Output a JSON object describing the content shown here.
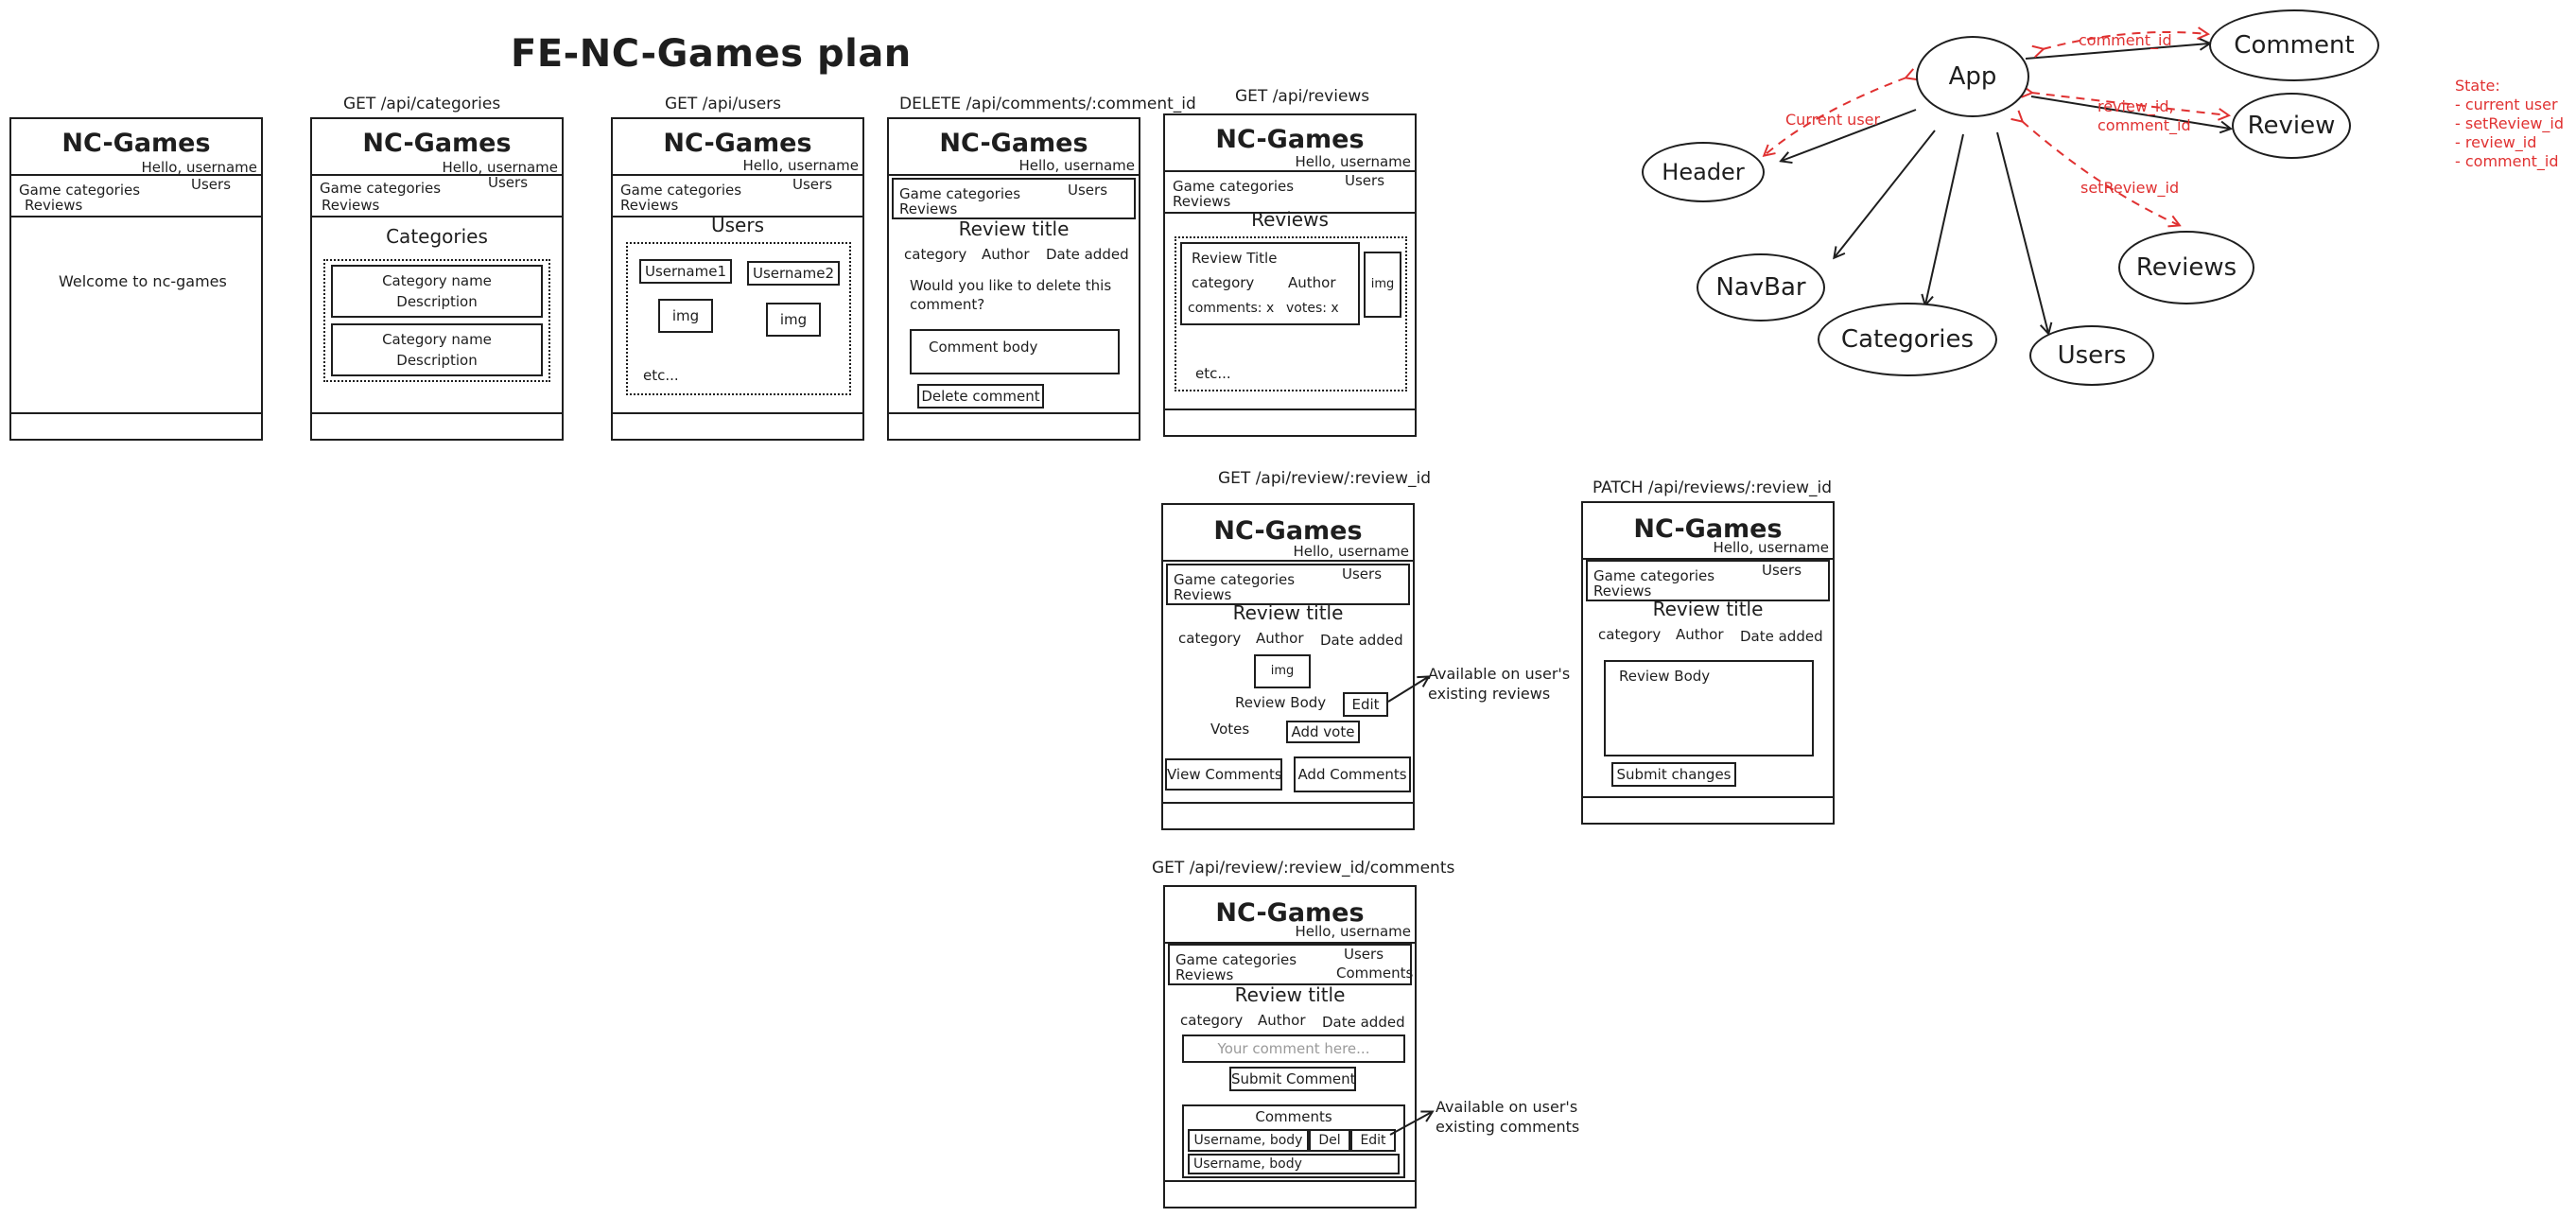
{
  "title": "FE-NC-Games plan",
  "wire": {
    "brand": "NC-Games",
    "hello": "Hello, username",
    "nav_categories": "Game categories",
    "nav_users": "Users",
    "nav_reviews": "Reviews",
    "nav_comments": "Comments"
  },
  "home": {
    "welcome": "Welcome to nc-games"
  },
  "categories": {
    "api": "GET /api/categories",
    "heading": "Categories",
    "card_name": "Category name",
    "card_desc": "Description"
  },
  "users": {
    "api": "GET /api/users",
    "heading": "Users",
    "user1": "Username1",
    "user2": "Username2",
    "img": "img",
    "etc": "etc..."
  },
  "delete": {
    "api": "DELETE /api/comments/:comment_id",
    "review_title": "Review title",
    "category": "category",
    "author": "Author",
    "date": "Date added",
    "question": "Would you like to delete this comment?",
    "comment_body": "Comment body",
    "delete_btn": "Delete comment"
  },
  "reviews": {
    "api": "GET /api/reviews",
    "heading": "Reviews",
    "card_title": "Review Title",
    "category": "category",
    "author": "Author",
    "comments": "comments: x",
    "votes": "votes: x",
    "img": "img",
    "etc": "etc..."
  },
  "review": {
    "api": "GET /api/review/:review_id",
    "title": "Review title",
    "category": "category",
    "author": "Author",
    "date": "Date added",
    "img": "img",
    "body": "Review Body",
    "edit": "Edit",
    "votes": "Votes",
    "add_vote": "Add vote",
    "view_comments": "View Comments",
    "add_comments": "Add Comments",
    "note": "Available on user's existing reviews"
  },
  "patch": {
    "api": "PATCH /api/reviews/:review_id",
    "title": "Review title",
    "category": "category",
    "author": "Author",
    "date": "Date added",
    "body": "Review Body",
    "submit": "Submit changes"
  },
  "comments": {
    "api": "GET /api/review/:review_id/comments",
    "title": "Review title",
    "category": "category",
    "author": "Author",
    "date": "Date added",
    "placeholder": "Your comment here...",
    "submit": "Submit Comment",
    "heading": "Comments",
    "row1": "Username, body",
    "del": "Del",
    "edit": "Edit",
    "row2": "Username, body",
    "note": "Available on user's existing comments"
  },
  "tree": {
    "app": "App",
    "comment": "Comment",
    "review": "Review",
    "header": "Header",
    "navbar": "NavBar",
    "categories": "Categories",
    "users": "Users",
    "reviews": "Reviews",
    "edge_comment_id": "comment_id",
    "edge_current_user": "Current user",
    "edge_review_line1": "review_id,",
    "edge_review_line2": "comment_id",
    "edge_set_review": "setReview_id",
    "accent_color": "#e03131"
  },
  "state": {
    "heading": "State:",
    "items": [
      "- current user",
      "- setReview_id",
      "- review_id",
      "- comment_id"
    ]
  }
}
